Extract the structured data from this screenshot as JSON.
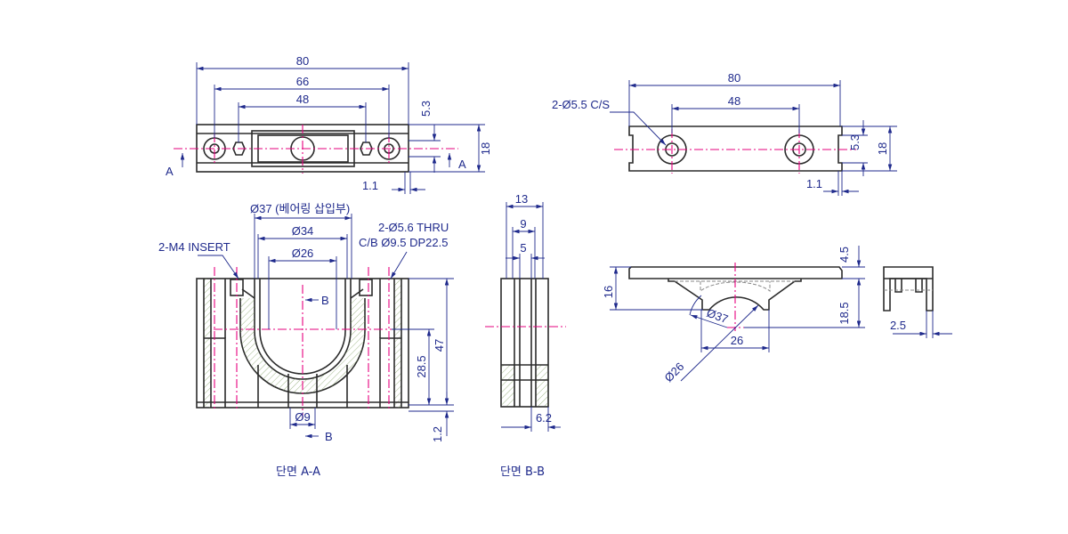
{
  "colors": {
    "dimension": "#1f2a8c",
    "centerline": "#e6007e",
    "outline": "#2b2b2b"
  },
  "top_view": {
    "dim_80": "80",
    "dim_66": "66",
    "dim_48": "48",
    "dim_5_3": "5.3",
    "dim_18": "18",
    "dim_1_1": "1.1",
    "section_mark_left": "A",
    "section_mark_right": "A"
  },
  "section_aa": {
    "dia37": "Ø37  (베어링 삽입부)",
    "dia34": "Ø34",
    "dia26": "Ø26",
    "insert_note": "2-M4 INSERT",
    "thru_note_1": "2-Ø5.6   THRU",
    "thru_note_2": "C/B Ø9.5 DP22.5",
    "dim_47": "47",
    "dim_28_5": "28.5",
    "dim_1_2": "1.2",
    "dia9": "Ø9",
    "section_b_top": "B",
    "section_b_bottom": "B",
    "caption": "단면 A-A"
  },
  "section_bb": {
    "dim_13": "13",
    "dim_9": "9",
    "dim_5": "5",
    "dim_6_2": "6.2",
    "caption": "단면 B-B"
  },
  "top_right_view": {
    "hole_note": "2-Ø5.5 C/S",
    "dim_80": "80",
    "dim_48": "48",
    "dim_5_3": "5.3",
    "dim_18": "18",
    "dim_1_1": "1.1"
  },
  "side_view": {
    "dim_16": "16",
    "dim_4_5": "4.5",
    "dim_18_5": "18.5",
    "dim_26": "26",
    "dia37": "Ø37",
    "dia26": "Ø26"
  },
  "end_view": {
    "dim_2_5": "2.5"
  }
}
